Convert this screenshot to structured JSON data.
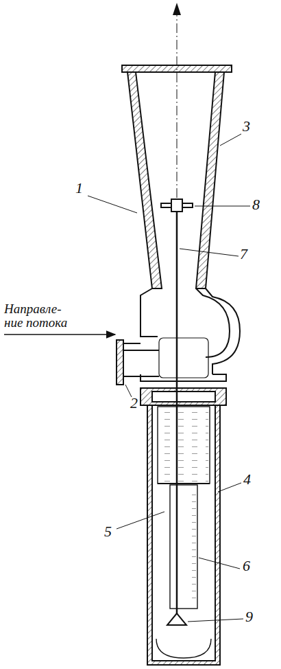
{
  "diagram": {
    "labels": [
      "1",
      "2",
      "3",
      "4",
      "5",
      "6",
      "7",
      "8",
      "9",
      "Направле- ние потока"
    ]
  }
}
